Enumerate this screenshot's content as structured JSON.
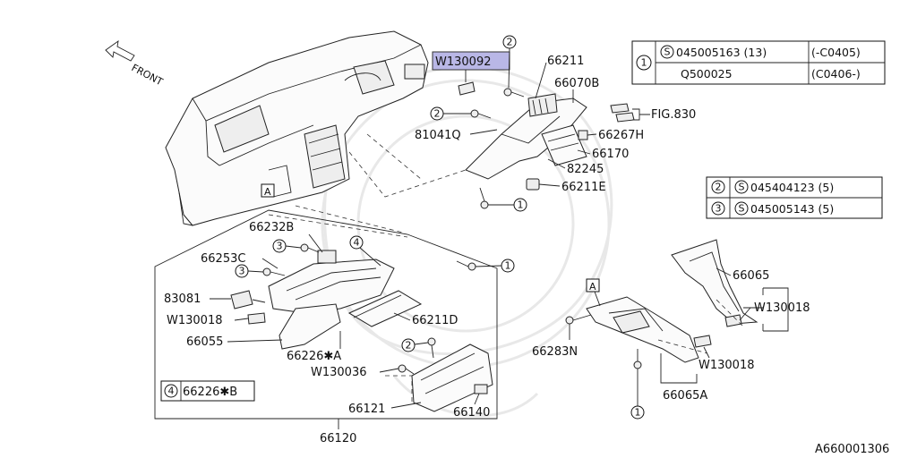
{
  "diagram": {
    "front_label": "FRONT",
    "highlight_label": "W130092",
    "doc_code": "A660001306",
    "labels": {
      "p66211": "66211",
      "p66070B": "66070B",
      "pFIG830": "FIG.830",
      "p810410": "81041Q",
      "p66267H": "66267H",
      "p66170": "66170",
      "p82245": "82245",
      "p66211E": "66211E",
      "p66232B": "66232B",
      "p66253C": "66253C",
      "p83081": "83081",
      "pW130018a": "W130018",
      "p66055": "66055",
      "p66226A": "66226✱A",
      "pW130036": "W130036",
      "p66211D": "66211D",
      "p66121": "66121",
      "p66140": "66140",
      "p66120": "66120",
      "p66065": "66065",
      "pW130018b": "W130018",
      "pW130018c": "W130018",
      "p66283N": "66283N",
      "p66065A": "66065A",
      "boxA1": "A",
      "boxA2": "A"
    },
    "callouts": {
      "c1": "1",
      "c2": "2",
      "c3": "3",
      "c4": "4"
    },
    "legend_box": {
      "num": "4",
      "text": "66226✱B"
    },
    "table1": {
      "num": "1",
      "s": "S",
      "row1_part": "045005163 (13)",
      "row1_range": "(-C0405)",
      "row2_part": "Q500025",
      "row2_range": "(C0406-)"
    },
    "table2": {
      "row1_num": "2",
      "row1_part": "045404123 (5)",
      "row2_num": "3",
      "row2_part": "045005143 (5)",
      "s": "S"
    }
  }
}
